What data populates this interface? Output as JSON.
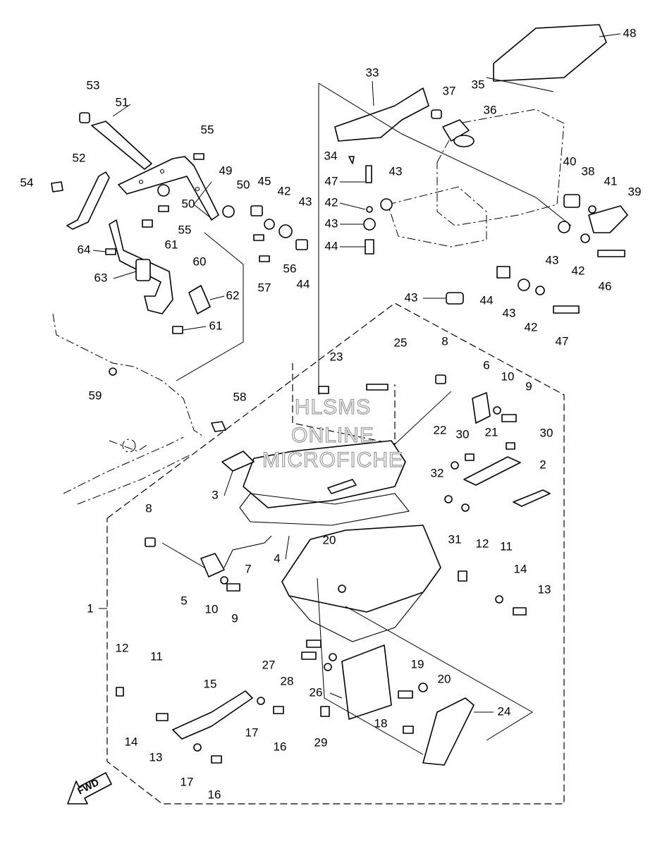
{
  "watermark": {
    "line1": "HLSMS",
    "line2": "ONLINE",
    "line3": "MICROFICHE"
  },
  "direction_marker": "FWD",
  "callouts": {
    "c1": "1",
    "c2": "2",
    "c3": "3",
    "c4": "4",
    "c5": "5",
    "c6": "6",
    "c7": "7",
    "c8a": "8",
    "c8b": "8",
    "c9a": "9",
    "c9b": "9",
    "c10a": "10",
    "c10b": "10",
    "c11a": "11",
    "c11b": "11",
    "c12a": "12",
    "c12b": "12",
    "c13a": "13",
    "c13b": "13",
    "c14a": "14",
    "c14b": "14",
    "c15": "15",
    "c16a": "16",
    "c16b": "16",
    "c17a": "17",
    "c17b": "17",
    "c18": "18",
    "c19": "19",
    "c20a": "20",
    "c20b": "20",
    "c21": "21",
    "c22": "22",
    "c23": "23",
    "c24": "24",
    "c25": "25",
    "c26": "26",
    "c27": "27",
    "c28": "28",
    "c29": "29",
    "c30a": "30",
    "c30b": "30",
    "c31": "31",
    "c32": "32",
    "c33": "33",
    "c34": "34",
    "c35": "35",
    "c36": "36",
    "c37": "37",
    "c38": "38",
    "c39": "39",
    "c40": "40",
    "c41": "41",
    "c42a": "42",
    "c42b": "42",
    "c42c": "42",
    "c42d": "42",
    "c43a": "43",
    "c43b": "43",
    "c43c": "43",
    "c43d": "43",
    "c43e": "43",
    "c43f": "43",
    "c44a": "44",
    "c44b": "44",
    "c44c": "44",
    "c45": "45",
    "c46": "46",
    "c47a": "47",
    "c47b": "47",
    "c48": "48",
    "c49": "49",
    "c50a": "50",
    "c50b": "50",
    "c51": "51",
    "c52": "52",
    "c53": "53",
    "c54": "54",
    "c55a": "55",
    "c55b": "55",
    "c56": "56",
    "c57": "57",
    "c58": "58",
    "c59": "59",
    "c60": "60",
    "c61a": "61",
    "c61b": "61",
    "c62": "62",
    "c63": "63",
    "c64": "64"
  }
}
